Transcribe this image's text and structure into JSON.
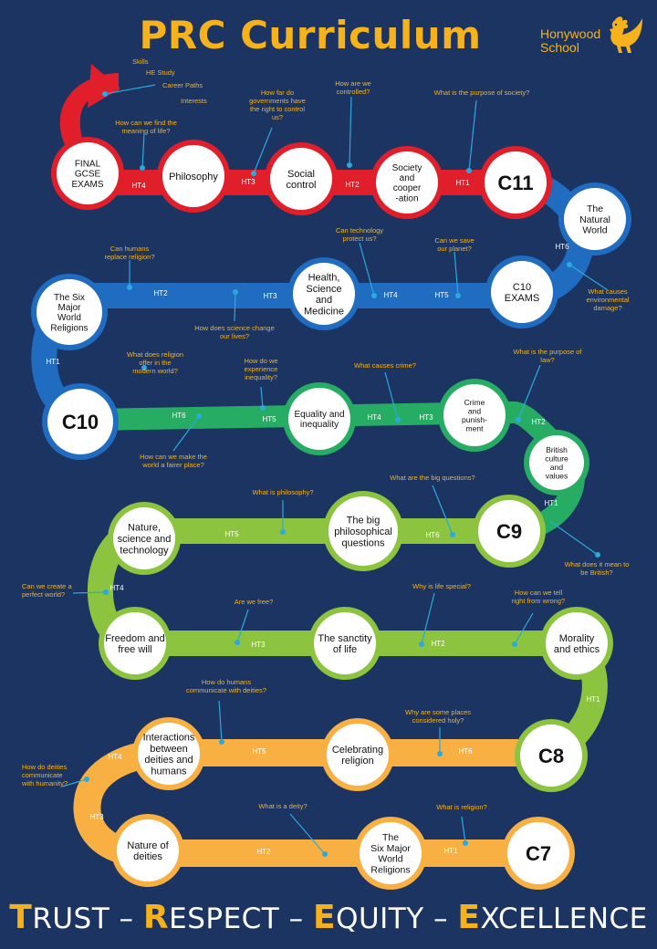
{
  "title": "PRC Curriculum",
  "school": {
    "line1": "Honywood",
    "line2": "School"
  },
  "footer": {
    "words": [
      {
        "first": "T",
        "rest": "RUST"
      },
      {
        "first": "R",
        "rest": "ESPECT"
      },
      {
        "first": "E",
        "rest": "QUITY"
      },
      {
        "first": "E",
        "rest": "XCELLENCE"
      }
    ],
    "separator": " – "
  },
  "colors": {
    "background": "#1c3462",
    "accent": "#f5b21c",
    "c11": "#e01f2b",
    "c10": "#1f6cc0",
    "c9": "#27ad63",
    "c9b": "#8cc43f",
    "c8": "#8cc43f",
    "c7": "#f8b043",
    "callout": "#2aa9e0"
  },
  "top_arrow_labels": [
    "Skills",
    "HE Study",
    "Career Paths",
    "Interests"
  ],
  "nodes": [
    {
      "id": "c7",
      "year": true,
      "lines": [
        "C7"
      ]
    },
    {
      "id": "six-major-world-religions-c7",
      "lines": [
        "The",
        "Six Major",
        "World",
        "Religions"
      ]
    },
    {
      "id": "nature-of-deities",
      "lines": [
        "Nature of",
        "deities"
      ]
    },
    {
      "id": "interactions-deities-humans",
      "lines": [
        "Interactions",
        "between",
        "deities and",
        "humans"
      ]
    },
    {
      "id": "celebrating-religion",
      "lines": [
        "Celebrating",
        "religion"
      ]
    },
    {
      "id": "c8",
      "year": true,
      "lines": [
        "C8"
      ]
    },
    {
      "id": "morality-and-ethics",
      "lines": [
        "Morality",
        "and ethics"
      ]
    },
    {
      "id": "sanctity-of-life",
      "lines": [
        "The sanctity",
        "of life"
      ]
    },
    {
      "id": "freedom-and-free-will",
      "lines": [
        "Freedom and",
        "free will"
      ]
    },
    {
      "id": "nature-science-technology",
      "lines": [
        "Nature,",
        "science and",
        "technology"
      ]
    },
    {
      "id": "big-philosophical-questions",
      "lines": [
        "The big",
        "philosophical",
        "questions"
      ]
    },
    {
      "id": "c9",
      "year": true,
      "lines": [
        "C9"
      ]
    },
    {
      "id": "british-culture-values",
      "lines": [
        "British",
        "culture",
        "and",
        "values"
      ]
    },
    {
      "id": "crime-and-punishment",
      "lines": [
        "Crime",
        "and",
        "punish-",
        "ment"
      ]
    },
    {
      "id": "equality-and-inequality",
      "lines": [
        "Equality and",
        "inequality"
      ]
    },
    {
      "id": "c10",
      "year": true,
      "lines": [
        "C10"
      ]
    },
    {
      "id": "six-major-world-religions-c10",
      "lines": [
        "The Six",
        "Major",
        "World",
        "Religions"
      ]
    },
    {
      "id": "health-science-medicine",
      "lines": [
        "Health,",
        "Science",
        "and",
        "Medicine"
      ]
    },
    {
      "id": "c10-exams",
      "lines": [
        "C10",
        "EXAMS"
      ]
    },
    {
      "id": "natural-world",
      "lines": [
        "The",
        "Natural",
        "World"
      ]
    },
    {
      "id": "c11",
      "year": true,
      "lines": [
        "C11"
      ]
    },
    {
      "id": "society-and-cooperation",
      "lines": [
        "Society",
        "and",
        "cooper",
        "-ation"
      ]
    },
    {
      "id": "social-control",
      "lines": [
        "Social",
        "control"
      ]
    },
    {
      "id": "philosophy",
      "lines": [
        "Philosophy"
      ]
    },
    {
      "id": "final-gcse-exams",
      "lines": [
        "FINAL",
        "GCSE",
        "EXAMS"
      ]
    }
  ],
  "terms": [
    {
      "band": "c7",
      "label": "HT1"
    },
    {
      "band": "c7",
      "label": "HT2"
    },
    {
      "band": "c7",
      "label": "HT3"
    },
    {
      "band": "c7",
      "label": "HT4"
    },
    {
      "band": "c7",
      "label": "HT5"
    },
    {
      "band": "c7",
      "label": "HT6"
    },
    {
      "band": "c8",
      "label": "HT1"
    },
    {
      "band": "c8",
      "label": "HT2"
    },
    {
      "band": "c8",
      "label": "HT3"
    },
    {
      "band": "c8",
      "label": "HT4"
    },
    {
      "band": "c8",
      "label": "HT5"
    },
    {
      "band": "c8",
      "label": "HT6"
    },
    {
      "band": "c9",
      "label": "HT1"
    },
    {
      "band": "c9",
      "label": "HT2"
    },
    {
      "band": "c9",
      "label": "HT3"
    },
    {
      "band": "c9",
      "label": "HT4"
    },
    {
      "band": "c9",
      "label": "HT5"
    },
    {
      "band": "c9",
      "label": "HT6"
    },
    {
      "band": "c10",
      "label": "HT1"
    },
    {
      "band": "c10",
      "label": "HT2"
    },
    {
      "band": "c10",
      "label": "HT3"
    },
    {
      "band": "c10",
      "label": "HT4"
    },
    {
      "band": "c10",
      "label": "HT5"
    },
    {
      "band": "c10",
      "label": "HT6"
    },
    {
      "band": "c11",
      "label": "HT1"
    },
    {
      "band": "c11",
      "label": "HT2"
    },
    {
      "band": "c11",
      "label": "HT3"
    },
    {
      "band": "c11",
      "label": "HT4"
    }
  ],
  "questions": [
    {
      "lines": [
        "What is religion?"
      ]
    },
    {
      "lines": [
        "What is a deity?"
      ]
    },
    {
      "lines": [
        "How do deities",
        "communicate",
        "with humanity?"
      ]
    },
    {
      "lines": [
        "How do humans",
        "communicate with deities?"
      ]
    },
    {
      "lines": [
        "Why are some places",
        "considered holy?"
      ]
    },
    {
      "lines": [
        "How can we tell",
        "right from wrong?"
      ]
    },
    {
      "lines": [
        "Why is life special?"
      ]
    },
    {
      "lines": [
        "Are we free?"
      ]
    },
    {
      "lines": [
        "Can we create a",
        "perfect world?"
      ]
    },
    {
      "lines": [
        "What is philosophy?"
      ]
    },
    {
      "lines": [
        "What are the big questions?"
      ]
    },
    {
      "lines": [
        "What does it mean to",
        "be British?"
      ]
    },
    {
      "lines": [
        "What is the purpose of",
        "law?"
      ]
    },
    {
      "lines": [
        "What causes crime?"
      ]
    },
    {
      "lines": [
        "How do we",
        "experience",
        "inequality?"
      ]
    },
    {
      "lines": [
        "How can we make the",
        "world a fairer place?"
      ]
    },
    {
      "lines": [
        "What does religion",
        "offer in the",
        "modern world?"
      ]
    },
    {
      "lines": [
        "Can humans",
        "replace religion?"
      ]
    },
    {
      "lines": [
        "How does science change",
        "our lives?"
      ]
    },
    {
      "lines": [
        "Can technology",
        "protect us?"
      ]
    },
    {
      "lines": [
        "Can we save",
        "our planet?"
      ]
    },
    {
      "lines": [
        "What causes",
        "environmental",
        "damage?"
      ]
    },
    {
      "lines": [
        "What is the purpose of society?"
      ]
    },
    {
      "lines": [
        "How are we",
        "controlled?"
      ]
    },
    {
      "lines": [
        "How far do",
        "governments have",
        "the right to control",
        "us?"
      ]
    },
    {
      "lines": [
        "How can we find the",
        "meaning of life?"
      ]
    }
  ]
}
